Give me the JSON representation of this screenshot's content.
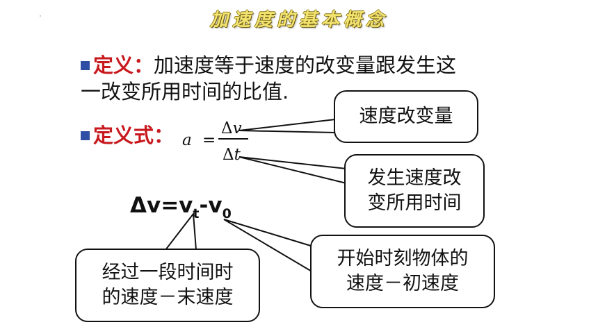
{
  "slide": {
    "title": "加速度的基本概念"
  },
  "definition": {
    "label": "定义：",
    "line1": "加速度等于速度的改变量跟发生这",
    "line2": "一改变所用时间的比值."
  },
  "formula_def": {
    "label": "定义式：",
    "lhs": "a",
    "equals": "=",
    "numerator_delta": "Δ",
    "numerator_var": "v",
    "denominator_delta": "Δ",
    "denominator_var": "t"
  },
  "delta_formula": {
    "lhs": "Δv=v",
    "sub_t": "t",
    "minus": "-v",
    "sub_0": "0"
  },
  "callouts": {
    "velocity_change": "速度改变量",
    "elapsed_time": "发生速度改\n变所用时间",
    "final_velocity": "经过一段时间时\n的速度－末速度",
    "initial_velocity": "开始时刻物体的\n速度－初速度"
  },
  "colors": {
    "title": "#f3e36f",
    "label_red": "#c8191e",
    "bullet_blue": "#2e4fa3"
  }
}
